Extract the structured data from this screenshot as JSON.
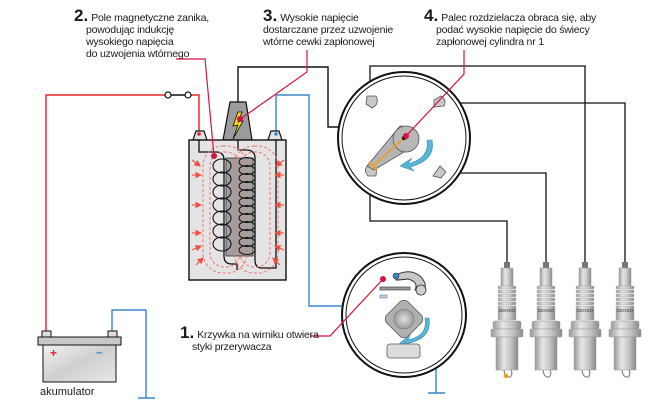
{
  "annotations": [
    {
      "number": "1.",
      "lines": [
        "Krzywka na wirniku otwiera",
        "styki przerywacza"
      ]
    },
    {
      "number": "2.",
      "lines": [
        "Pole magnetyczne zanika,",
        "powodując indukcję",
        "wysokiego napięcia",
        "do uzwojenia wtórnego"
      ]
    },
    {
      "number": "3.",
      "lines": [
        "Wysokie napięcie",
        "dostarczane przez uzwojenie",
        "wtórne cewki zapłonowej"
      ]
    },
    {
      "number": "4.",
      "lines": [
        "Palec rozdzielacza obraca się, aby",
        "podać wysokie napięcie do świecy",
        "zapłonowej cylindra nr 1"
      ]
    }
  ],
  "battery": {
    "label": "akumulator",
    "positive": "+",
    "negative": "–"
  },
  "spark_plugs": {
    "count": 4,
    "brand_mark": "DENSO",
    "firing_cylinder": 1
  },
  "colors": {
    "primary_positive_wire": "#e8202a",
    "ground_wire": "#3a86c8",
    "high_tension_wire": "#111111",
    "callout_line": "#d4143a",
    "rotation_arrow": "#5ab4d6",
    "spark": "#f2e21a",
    "field_lines": "#f07060",
    "housing": "#e2e2e2"
  }
}
